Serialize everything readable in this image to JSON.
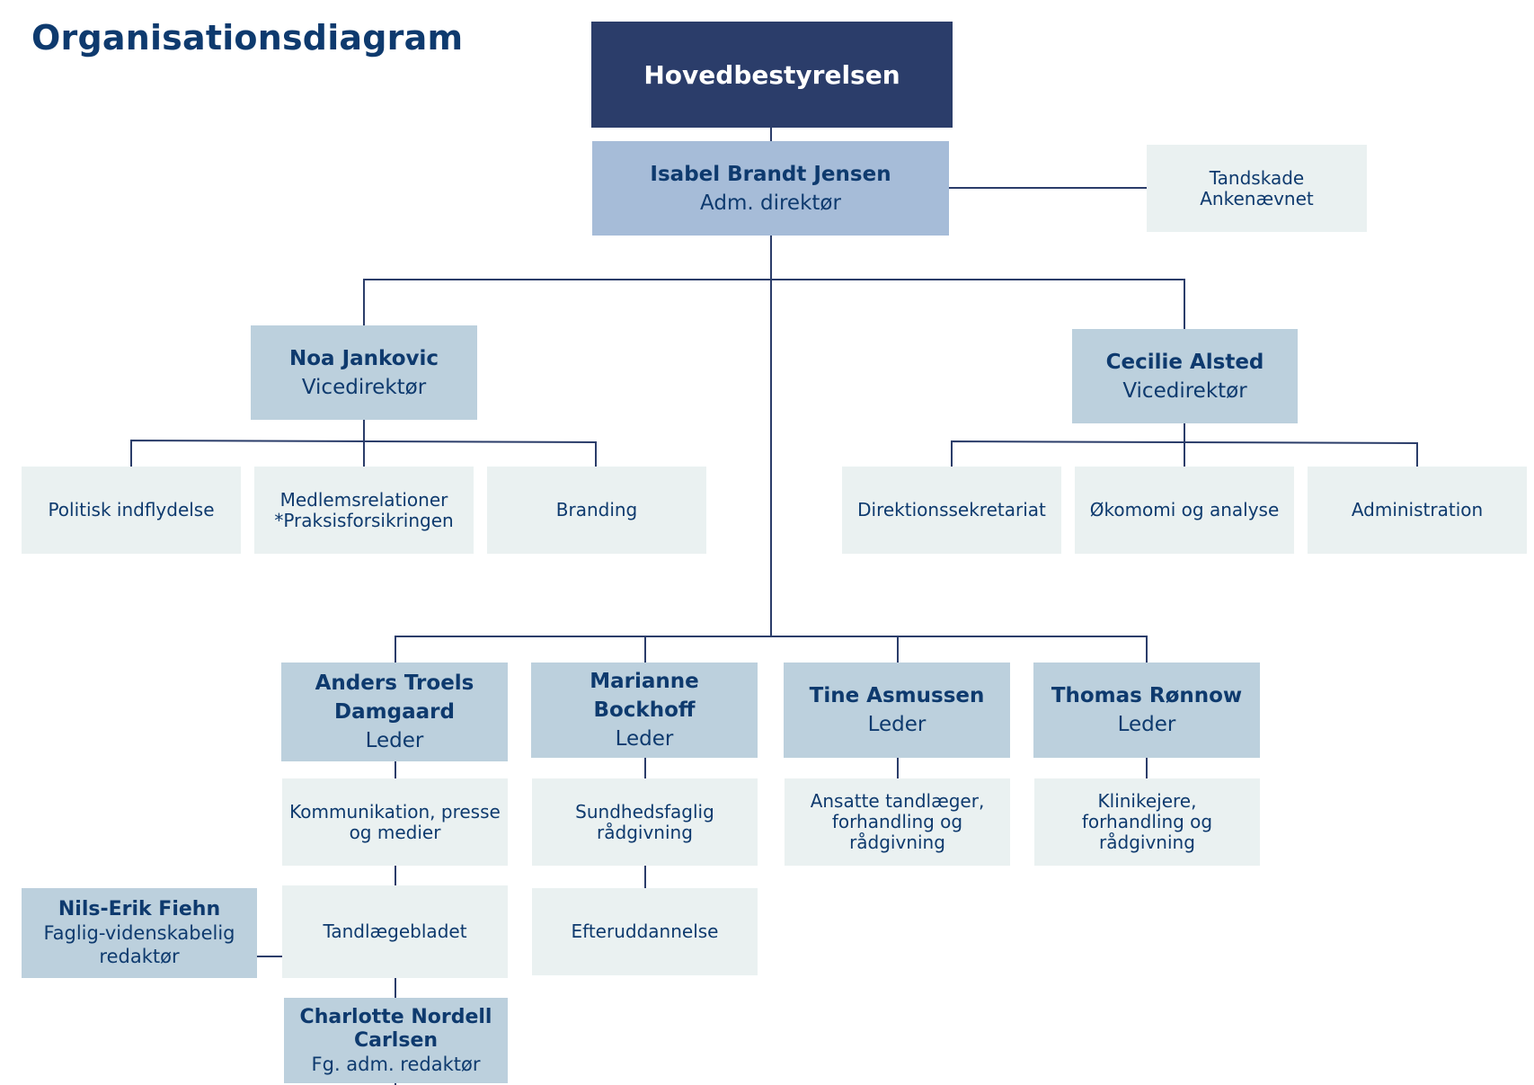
{
  "title": "Organisationsdiagram",
  "colors": {
    "board": "#2b3d6a",
    "ceo": "#a6bcd8",
    "manager": "#bcd0dd",
    "unit": "#eaf1f1",
    "text": "#0e3a6e",
    "line": "#2b3d6a"
  },
  "board": {
    "label": "Hovedbestyrelsen"
  },
  "ceo": {
    "name": "Isabel Brandt Jensen",
    "role": "Adm. direktør"
  },
  "tandskade": {
    "label": "Tandskade\nAnkenævnet"
  },
  "deputy_left": {
    "name": "Noa Jankovic",
    "role": "Vicedirektør",
    "units": [
      "Politisk indflydelse",
      "Medlemsrelationer\n*Praksisforsikringen",
      "Branding"
    ]
  },
  "deputy_right": {
    "name": "Cecilie Alsted",
    "role": "Vicedirektør",
    "units": [
      "Direktionssekretariat",
      "Økomomi og analyse",
      "Administration"
    ]
  },
  "leaders": [
    {
      "name": "Anders Troels\nDamgaard",
      "role": "Leder",
      "units": [
        "Kommunikation, presse\nog medier",
        "Tandlægebladet"
      ]
    },
    {
      "name": "Marianne Bockhoff",
      "role": "Leder",
      "units": [
        "Sundhedsfaglig\nrådgivning",
        "Efteruddannelse"
      ]
    },
    {
      "name": "Tine Asmussen",
      "role": "Leder",
      "units": [
        "Ansatte tandlæger,\nforhandling og\nrådgivning"
      ]
    },
    {
      "name": "Thomas Rønnow",
      "role": "Leder",
      "units": [
        "Klinikejere,\nforhandling og\nrådgivning"
      ]
    }
  ],
  "editor": {
    "name": "Nils-Erik Fiehn",
    "role": "Faglig-videnskabelig\nredaktør"
  },
  "deputy_editor": {
    "name": "Charlotte Nordell\nCarlsen",
    "role": "Fg. adm. redaktør"
  }
}
